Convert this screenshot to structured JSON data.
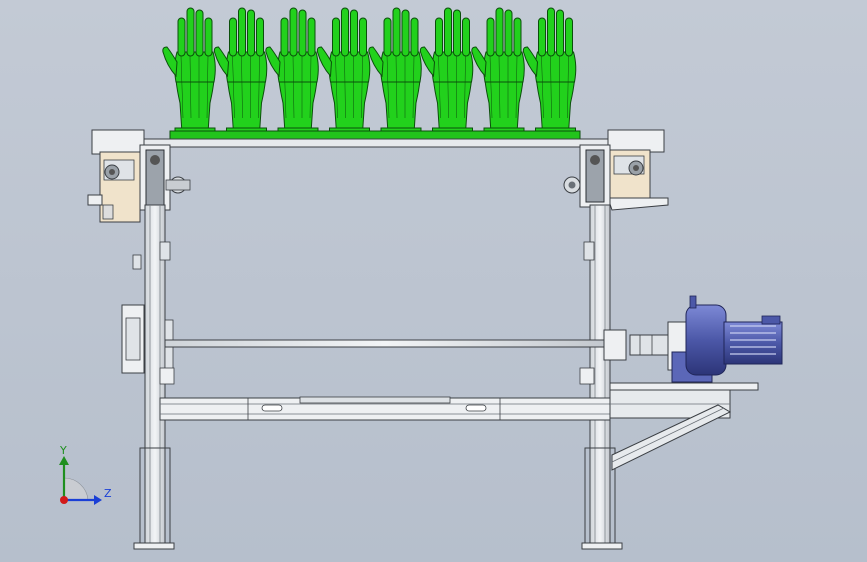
{
  "triad": {
    "y_label": "Y",
    "z_label": "Z",
    "y_color": "#1f8f1f",
    "z_color": "#1a3fd6",
    "x_color": "#d11a1a"
  },
  "colors": {
    "background": "#bcc4d0",
    "hand_molds": "#22d11c",
    "hand_outline": "#0b4f0b",
    "frame_steel": "#e4e7ea",
    "frame_edge": "#3b3f44",
    "motor": "#5a66b8",
    "bearing_block": "#efe1c8"
  },
  "model": {
    "hand_mold_count": 8
  }
}
